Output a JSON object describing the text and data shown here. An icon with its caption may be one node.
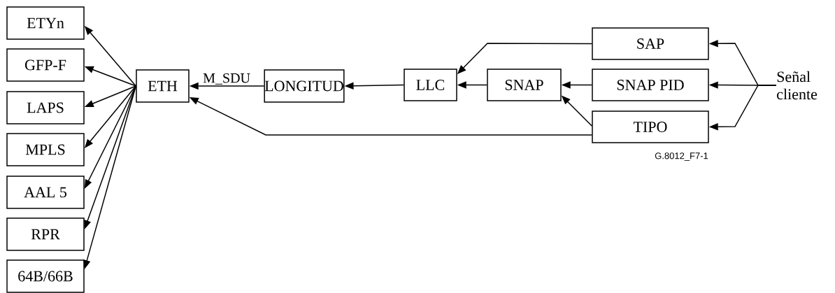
{
  "diagram": {
    "nodes": [
      {
        "text": [
          "ETYn"
        ]
      },
      {
        "text": [
          "GFP-F"
        ]
      },
      {
        "text": [
          "LAPS"
        ]
      },
      {
        "text": [
          "MPLS"
        ]
      },
      {
        "text": [
          "AAL 5"
        ]
      },
      {
        "text": [
          "RPR"
        ]
      },
      {
        "text": [
          "64B/66B"
        ]
      },
      {
        "text": [
          "ETH"
        ]
      },
      {
        "text": [
          "LONGITUD"
        ]
      },
      {
        "text": [
          "LLC"
        ]
      },
      {
        "text": [
          "SAP"
        ]
      },
      {
        "text": [
          "SNAP"
        ]
      },
      {
        "text": [
          "SNAP PID"
        ]
      },
      {
        "text": [
          "TIPO"
        ]
      },
      {
        "text": [
          "Señal cliente"
        ]
      }
    ],
    "edges": [
      {
        "from": 7,
        "to": 0,
        "arrow": "to"
      },
      {
        "from": 7,
        "to": 1,
        "arrow": "to"
      },
      {
        "from": 7,
        "to": 2,
        "arrow": "to"
      },
      {
        "from": 7,
        "to": 3,
        "arrow": "to"
      },
      {
        "from": 7,
        "to": 4,
        "arrow": "to"
      },
      {
        "from": 7,
        "to": 5,
        "arrow": "to"
      },
      {
        "from": 7,
        "to": 6,
        "arrow": "to"
      },
      {
        "from": 8,
        "to": 7,
        "arrow": "to",
        "label": "M_SDU"
      },
      {
        "from": 9,
        "to": 8,
        "arrow": "to"
      },
      {
        "from": 10,
        "to": 9,
        "arrow": "to"
      },
      {
        "from": 11,
        "to": 9,
        "arrow": "to"
      },
      {
        "from": 12,
        "to": 11,
        "arrow": "to"
      },
      {
        "from": 13,
        "to": 11,
        "arrow": "to"
      },
      {
        "from": 13,
        "to": 7,
        "arrow": "to"
      },
      {
        "from": 14,
        "to": 10,
        "arrow": "to"
      },
      {
        "from": 14,
        "to": 12,
        "arrow": "to"
      },
      {
        "from": 14,
        "to": 13,
        "arrow": "to"
      }
    ],
    "labels": [
      "G.8012_F7-1"
    ]
  }
}
